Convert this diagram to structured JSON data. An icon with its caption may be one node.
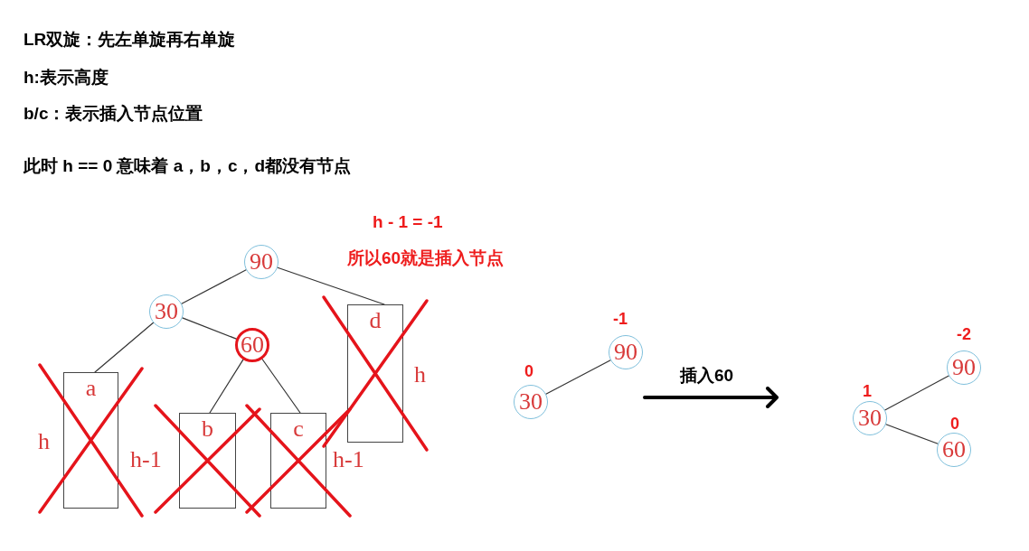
{
  "diagram": {
    "nodes": [
      {
        "text": [
          "90"
        ]
      },
      {
        "text": [
          "30"
        ]
      },
      {
        "text": [
          "60"
        ]
      },
      {
        "text": [
          "a"
        ],
        "beside": [
          "h"
        ]
      },
      {
        "text": [
          "b"
        ],
        "beside": [
          "h-1"
        ]
      },
      {
        "text": [
          "c"
        ],
        "beside": [
          "h-1"
        ]
      },
      {
        "text": [
          "d"
        ],
        "beside": [
          "h"
        ]
      },
      {
        "text": [
          "90"
        ],
        "beside": [
          "-1"
        ]
      },
      {
        "text": [
          "30"
        ],
        "beside": [
          "0"
        ]
      },
      {
        "text": [
          "90"
        ],
        "beside": [
          "-2"
        ]
      },
      {
        "text": [
          "30"
        ],
        "beside": [
          "1"
        ]
      },
      {
        "text": [
          "60"
        ],
        "beside": [
          "0"
        ]
      }
    ],
    "edges": [
      {
        "from": 0,
        "to": 1,
        "arrow": "none"
      },
      {
        "from": 0,
        "to": 6,
        "arrow": "none"
      },
      {
        "from": 1,
        "to": 3,
        "arrow": "none"
      },
      {
        "from": 1,
        "to": 2,
        "arrow": "none"
      },
      {
        "from": 2,
        "to": 4,
        "arrow": "none"
      },
      {
        "from": 2,
        "to": 5,
        "arrow": "none"
      },
      {
        "from": 7,
        "to": 8,
        "arrow": "none"
      },
      {
        "from": 9,
        "to": 10,
        "arrow": "none"
      },
      {
        "from": 10,
        "to": 11,
        "arrow": "none"
      }
    ],
    "labels": [
      "LR双旋：先左单旋再右单旋",
      "h:表示高度",
      "b/c：表示插入节点位置",
      "此时 h == 0 意味着 a，b，c，d都没有节点",
      "h - 1 = -1",
      "所以60就是插入节点",
      "插入60"
    ]
  }
}
